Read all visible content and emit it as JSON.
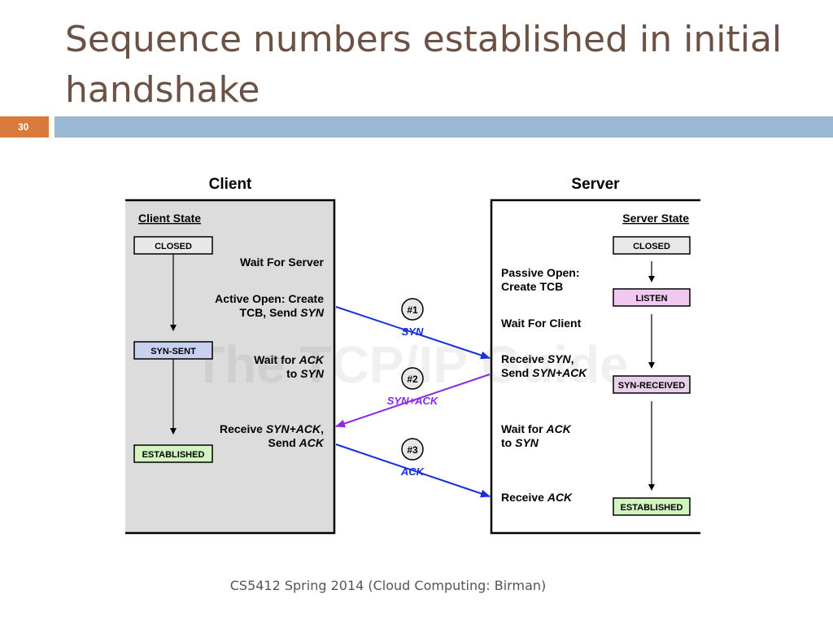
{
  "slide": {
    "title": "Sequence numbers established in initial handshake",
    "page_number": "30",
    "footer": "CS5412 Spring 2014 (Cloud Computing: Birman)"
  },
  "diagram": {
    "watermark": "The TCP/IP Guide",
    "client": {
      "title": "Client",
      "state_header": "Client State",
      "states": [
        "CLOSED",
        "SYN-SENT",
        "ESTABLISHED"
      ],
      "wait_server": "Wait For Server",
      "active_open_1": "Active Open: Create",
      "active_open_2a": "TCB, Send ",
      "active_open_2b": "SYN",
      "wait_ack_1a": "Wait for ",
      "wait_ack_1b": "ACK",
      "wait_ack_2a": "to ",
      "wait_ack_2b": "SYN",
      "receive_1a": "Receive ",
      "receive_1b": "SYN+ACK",
      "receive_1c": ",",
      "receive_2a": "Send ",
      "receive_2b": "ACK"
    },
    "server": {
      "title": "Server",
      "state_header": "Server State",
      "states": [
        "CLOSED",
        "LISTEN",
        "SYN-RECEIVED",
        "ESTABLISHED"
      ],
      "passive_open_1": "Passive Open:",
      "passive_open_2": "Create TCB",
      "wait_client": "Wait For Client",
      "receive_syn_1a": "Receive ",
      "receive_syn_1b": "SYN",
      "receive_syn_1c": ",",
      "receive_syn_2a": "Send ",
      "receive_syn_2b": "SYN+ACK",
      "wait_ack_1a": "Wait for ",
      "wait_ack_1b": "ACK",
      "wait_ack_2a": "to ",
      "wait_ack_2b": "SYN",
      "receive_ack_a": "Receive ",
      "receive_ack_b": "ACK"
    },
    "messages": [
      {
        "number": "#1",
        "label": "SYN"
      },
      {
        "number": "#2",
        "label": "SYN+ACK"
      },
      {
        "number": "#3",
        "label": "ACK"
      }
    ],
    "colors": {
      "client_panel": "#dcdcdc",
      "closed": "#e8e8e8",
      "syn_sent": "#c8d2f0",
      "listen": "#f0c8f0",
      "syn_received": "#e8d0e8",
      "established": "#d2f5c0",
      "syn_arrow": "#1a2fd8",
      "synack_arrow": "#8a2be2"
    }
  }
}
